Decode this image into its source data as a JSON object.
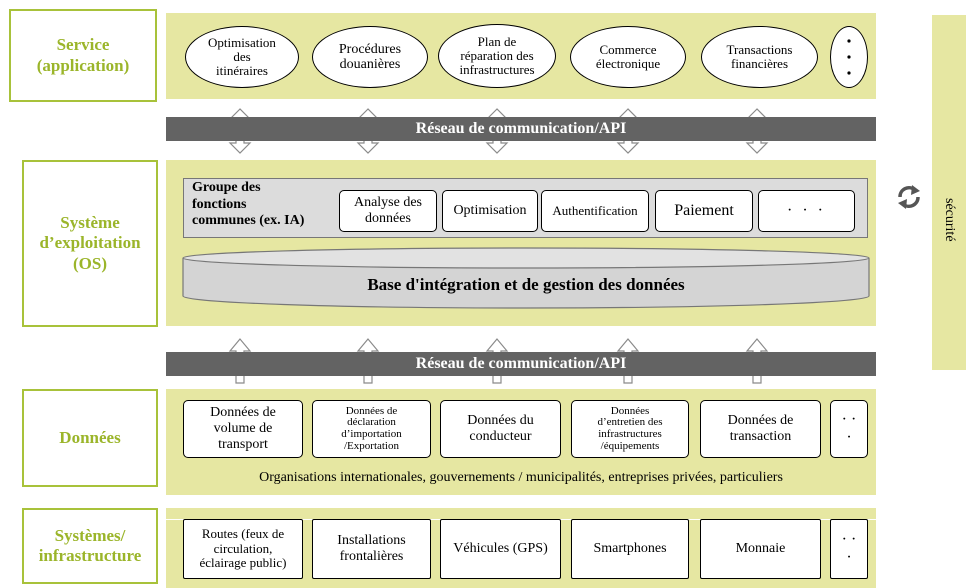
{
  "layers": {
    "service": "Service\n(application)",
    "os": "Système\nd’exploitation\n(OS)",
    "data": "Données",
    "infra": "Systèmes/\ninfrastructure"
  },
  "security_label": "sécurité",
  "network_label": "Réseau de communication/API",
  "service_items": [
    "Optimisation\ndes\nitinéraires",
    "Procédures\ndouanières",
    "Plan de\nréparation des\ninfrastructures",
    "Commerce\nélectronique",
    "Transactions\nfinancières"
  ],
  "common_functions": {
    "title": "Groupe des\nfonctions\ncommunes (ex. IA)",
    "items": [
      "Analyse des\ndonnées",
      "Optimisation",
      "Authentification",
      "Paiement",
      "· · ·"
    ]
  },
  "database_label": "Base d'intégration et de gestion des données",
  "data_items": [
    "Données de\nvolume de\ntransport",
    "Données de\ndéclaration\nd’importation\n/Exportation",
    "Données du\nconducteur",
    "Données\nd’entretien des\ninfrastructures\n/équipements",
    "Données de\ntransaction"
  ],
  "data_sources": "Organisations internationales, gouvernements / municipalités, entreprises privées, particuliers",
  "infra_items": [
    "Routes (feux de\ncirculation,\néclairage public)",
    "Installations\nfrontalières",
    "Véhicules (GPS)",
    "Smartphones",
    "Monnaie"
  ],
  "more_dots": "· ·\n·",
  "icons": {
    "refresh": "refresh-icon",
    "arrow": "double-arrow-icon"
  },
  "colors": {
    "band": "#e6e7a2",
    "label_border": "#a8c23a",
    "label_text": "#9bb52a",
    "network_bar": "#636363",
    "panel_gray": "#dcdcdc"
  }
}
